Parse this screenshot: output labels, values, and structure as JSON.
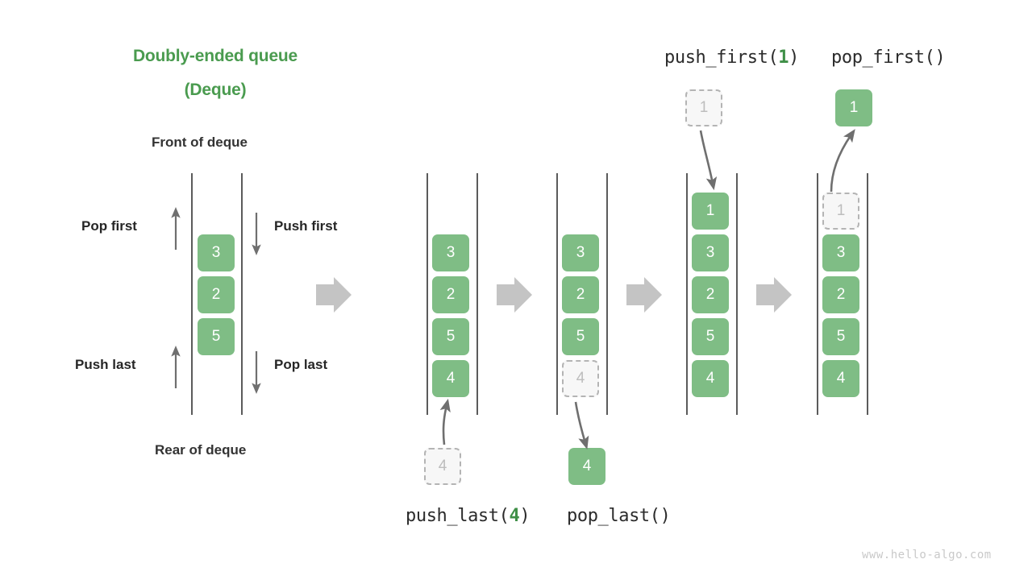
{
  "title": {
    "line1": "Doubly-ended queue",
    "line2": "(Deque)",
    "color": "#4a9b4f"
  },
  "labels": {
    "front": "Front of deque",
    "rear": "Rear of deque",
    "pop_first": "Pop first",
    "push_first": "Push first",
    "push_last": "Push last",
    "pop_last": "Pop last"
  },
  "operations": {
    "push_last": {
      "name": "push_last(",
      "arg": "4",
      "close": ")"
    },
    "pop_last": {
      "name": "pop_last()",
      "arg": "",
      "close": ""
    },
    "push_first": {
      "name": "push_first(",
      "arg": "1",
      "close": ")"
    },
    "pop_first": {
      "name": "pop_first()",
      "arg": "",
      "close": ""
    }
  },
  "colors": {
    "node_fill": "#7fbd85",
    "node_text": "#ffffff",
    "ghost_fill": "#f7f7f7",
    "ghost_border": "#b4b4b4",
    "ghost_text": "#bdbdbd",
    "rail": "#5b5b5b",
    "block_arrow": "#c4c4c4",
    "thin_arrow": "#6f6f6f",
    "accent_green": "#3f8f47"
  },
  "watermark": "www.hello-algo.com",
  "chart_data": {
    "type": "diagram",
    "title": "Doubly-ended queue (Deque)",
    "stages": [
      {
        "id": "initial",
        "caption": "",
        "items": [
          {
            "value": "3",
            "state": "solid"
          },
          {
            "value": "2",
            "state": "solid"
          },
          {
            "value": "5",
            "state": "solid"
          }
        ],
        "floating": []
      },
      {
        "id": "push-last-before",
        "caption": "push_last(4)",
        "items": [
          {
            "value": "3",
            "state": "solid"
          },
          {
            "value": "2",
            "state": "solid"
          },
          {
            "value": "5",
            "state": "solid"
          },
          {
            "value": "4",
            "state": "solid"
          }
        ],
        "floating": [
          {
            "value": "4",
            "state": "ghost",
            "position": "below"
          }
        ]
      },
      {
        "id": "pop-last",
        "caption": "pop_last()",
        "items": [
          {
            "value": "3",
            "state": "solid"
          },
          {
            "value": "2",
            "state": "solid"
          },
          {
            "value": "5",
            "state": "solid"
          },
          {
            "value": "4",
            "state": "ghost"
          }
        ],
        "floating": [
          {
            "value": "4",
            "state": "solid",
            "position": "below"
          }
        ]
      },
      {
        "id": "push-first",
        "caption": "push_first(1)",
        "items": [
          {
            "value": "1",
            "state": "solid"
          },
          {
            "value": "3",
            "state": "solid"
          },
          {
            "value": "2",
            "state": "solid"
          },
          {
            "value": "5",
            "state": "solid"
          },
          {
            "value": "4",
            "state": "solid"
          }
        ],
        "floating": [
          {
            "value": "1",
            "state": "ghost",
            "position": "above"
          }
        ]
      },
      {
        "id": "pop-first",
        "caption": "pop_first()",
        "items": [
          {
            "value": "1",
            "state": "ghost"
          },
          {
            "value": "3",
            "state": "solid"
          },
          {
            "value": "2",
            "state": "solid"
          },
          {
            "value": "5",
            "state": "solid"
          },
          {
            "value": "4",
            "state": "solid"
          }
        ],
        "floating": [
          {
            "value": "1",
            "state": "solid",
            "position": "above"
          }
        ]
      }
    ],
    "node_values": {
      "c1": [
        "3",
        "2",
        "5"
      ],
      "c2": [
        "3",
        "2",
        "5",
        "4"
      ],
      "c2_ghost": "4",
      "c3": [
        "3",
        "2",
        "5",
        "4"
      ],
      "c3_out": "4",
      "c4": [
        "1",
        "3",
        "2",
        "5",
        "4"
      ],
      "c4_ghost": "1",
      "c5": [
        "1",
        "3",
        "2",
        "5",
        "4"
      ],
      "c5_out": "1"
    }
  }
}
